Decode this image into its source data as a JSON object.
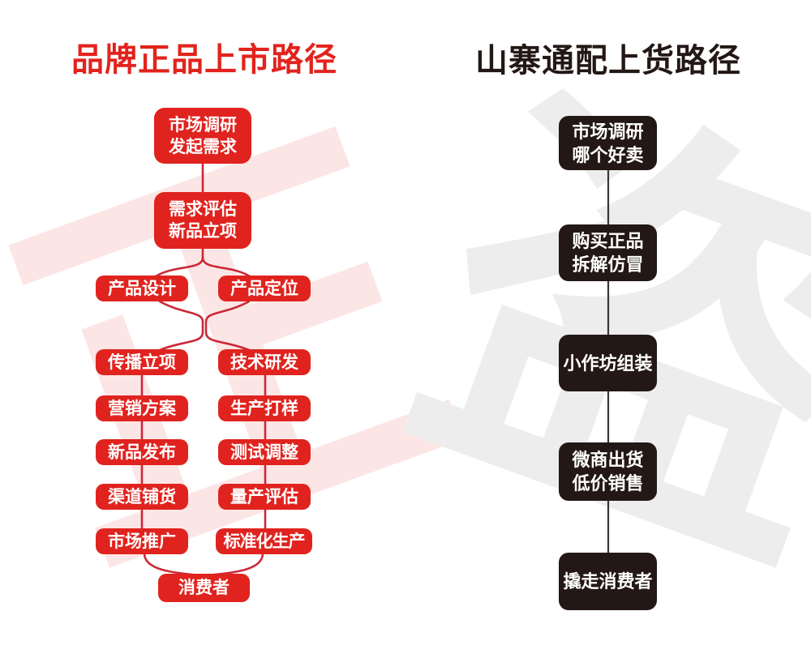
{
  "colors": {
    "brand_red": "#e0231e",
    "red_title": "#e2231d",
    "red_line": "#cb2938",
    "ink_black": "#231815",
    "black_line": "#3b3633",
    "watermark_pink": "#fce5e5",
    "watermark_gray": "#ededed"
  },
  "left_chart": {
    "title": "品牌正品上市路径",
    "watermark_char": "正",
    "nodes": {
      "research": {
        "lines": [
          "市场调研",
          "发起需求"
        ]
      },
      "evaluation": {
        "lines": [
          "需求评估",
          "新品立项"
        ]
      },
      "design": {
        "label": "产品设计"
      },
      "positioning": {
        "label": "产品定位"
      },
      "communication": {
        "label": "传播立项"
      },
      "rnd": {
        "label": "技术研发"
      },
      "marketing": {
        "label": "营销方案"
      },
      "sampling": {
        "label": "生产打样"
      },
      "launch": {
        "label": "新品发布"
      },
      "testing": {
        "label": "测试调整"
      },
      "channel": {
        "label": "渠道铺货"
      },
      "mass_production": {
        "label": "量产评估"
      },
      "promotion": {
        "label": "市场推广"
      },
      "standardized": {
        "label": "标准化生产"
      },
      "consumer": {
        "label": "消费者"
      }
    }
  },
  "right_chart": {
    "title": "山寨通配上货路径",
    "watermark_char": "盗",
    "nodes": {
      "research": {
        "lines": [
          "市场调研",
          "哪个好卖"
        ]
      },
      "dismantle": {
        "lines": [
          "购买正品",
          "拆解仿冒"
        ]
      },
      "assembly": {
        "label": "小作坊组装"
      },
      "wholesale": {
        "lines": [
          "微商出货",
          "低价销售"
        ]
      },
      "poach": {
        "label": "撬走消费者"
      }
    }
  }
}
